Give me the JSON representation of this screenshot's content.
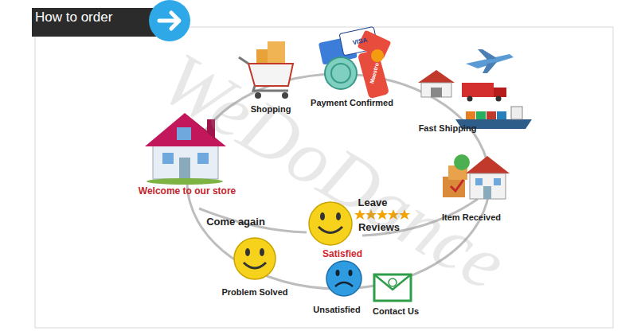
{
  "diagram": {
    "title": "How to order",
    "labels": [
      "WeDoDance",
      "VISA",
      "Maestro",
      "Shopping",
      "Payment Confirmed",
      "Fast Shipping",
      "Welcome to our store",
      "Item Received",
      "Leave",
      "Reviews",
      "Come again",
      "Satisfied",
      "Problem Solved",
      "Unsatisfied",
      "Contact Us"
    ]
  }
}
